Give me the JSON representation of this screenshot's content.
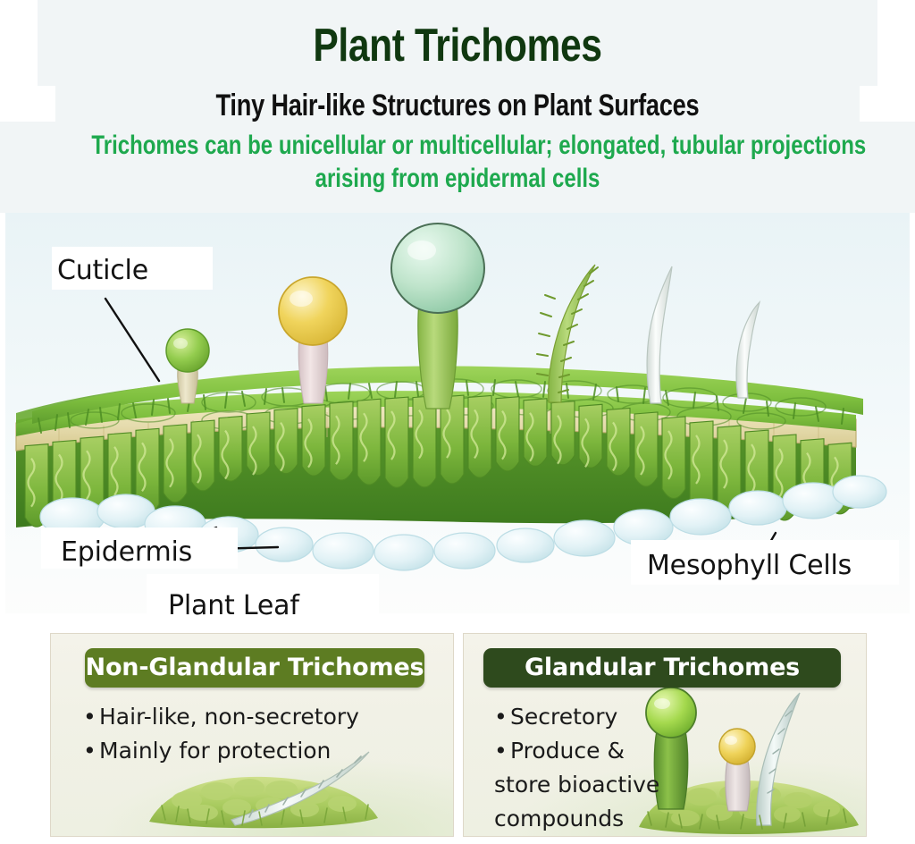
{
  "header": {
    "title": "Plant Trichomes",
    "subtitle": "Tiny Hair-like Structures on Plant Surfaces",
    "description_line1": "Trichomes can be unicellular or multicellular; elongated, tubular projections",
    "description_line2": "arising from epidermal cells",
    "colors": {
      "title": "#103810",
      "subtitle": "#111111",
      "description": "#1ea94e",
      "background": "#f1f5f6"
    }
  },
  "illustration": {
    "labels": {
      "cuticle": "Cuticle",
      "epidermis": "Epidermis",
      "plant_leaf": "Plant Leaf",
      "mesophyll": "Mesophyll Cells"
    },
    "structures": [
      {
        "name": "glandular-trichome-small",
        "head_color": "#7dc242",
        "stalk_color": "#ddd8b8"
      },
      {
        "name": "glandular-trichome-golden",
        "head_color": "#e8c84a",
        "stalk_color": "#e5d5d8"
      },
      {
        "name": "glandular-trichome-large",
        "head_color": "#b6ddc4",
        "stalk_color": "#9ec96a"
      },
      {
        "name": "non-glandular-spiny-trichome",
        "color": "#9cbf4a"
      },
      {
        "name": "non-glandular-hair-trichome-tall",
        "color": "#f2f4f2"
      },
      {
        "name": "non-glandular-hair-trichome-short",
        "color": "#f2f4f2"
      }
    ],
    "layers": {
      "cuticle_color": "#e8e2b4",
      "palisade_color": "#8cbf4a",
      "mesophyll_color": "#dceff2"
    }
  },
  "panels": [
    {
      "id": "non-glandular",
      "heading": "Non-Glandular Trichomes",
      "heading_color": "#5d7c22",
      "bullets": [
        "Hair-like, non-secretory",
        "Mainly for protection"
      ]
    },
    {
      "id": "glandular",
      "heading": "Glandular Trichomes",
      "heading_color": "#2e4a1d",
      "bullets": [
        "Secretory",
        "Produce & store bioactive compounds"
      ]
    }
  ]
}
